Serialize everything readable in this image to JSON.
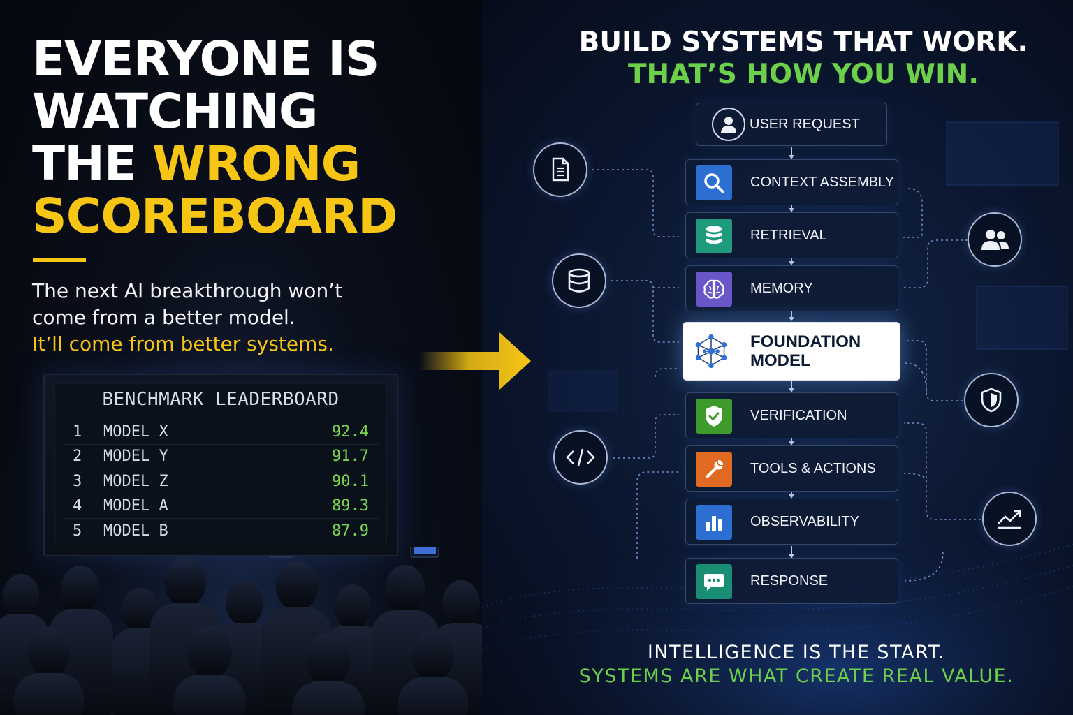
{
  "left": {
    "headline": {
      "line1": "EVERYONE IS",
      "line2": "WATCHING",
      "line3_white": "THE ",
      "line3_yellow": "WRONG",
      "line4": "SCOREBOARD"
    },
    "subtext": {
      "line1": "The next AI breakthrough won’t",
      "line2": "come from a better model.",
      "line3": "It’ll come from better systems."
    },
    "leaderboard": {
      "title": "BENCHMARK LEADERBOARD",
      "rows": [
        {
          "rank": "1",
          "name": "MODEL X",
          "score": "92.4"
        },
        {
          "rank": "2",
          "name": "MODEL Y",
          "score": "91.7"
        },
        {
          "rank": "3",
          "name": "MODEL Z",
          "score": "90.1"
        },
        {
          "rank": "4",
          "name": "MODEL A",
          "score": "89.3"
        },
        {
          "rank": "5",
          "name": "MODEL B",
          "score": "87.9"
        }
      ]
    }
  },
  "right": {
    "title": {
      "line1": "BUILD SYSTEMS THAT WORK.",
      "line2": "THAT’S HOW YOU WIN."
    },
    "steps": [
      {
        "label": "USER REQUEST",
        "icon": "user-icon"
      },
      {
        "label": "CONTEXT ASSEMBLY",
        "icon": "search-icon",
        "color": "#2d6fd0"
      },
      {
        "label": "RETRIEVAL",
        "icon": "database-icon",
        "color": "#1f9a7c"
      },
      {
        "label": "MEMORY",
        "icon": "brain-icon",
        "color": "#6a55c9"
      },
      {
        "label_line1": "FOUNDATION",
        "label_line2": "MODEL",
        "icon": "network-icon"
      },
      {
        "label": "VERIFICATION",
        "icon": "shield-check-icon",
        "color": "#3f9a2c"
      },
      {
        "label": "TOOLS & ACTIONS",
        "icon": "wrench-icon",
        "color": "#e06a21"
      },
      {
        "label": "OBSERVABILITY",
        "icon": "bar-chart-icon",
        "color": "#2d6fd0"
      },
      {
        "label": "RESPONSE",
        "icon": "chat-icon",
        "color": "#1a8e74"
      }
    ],
    "side_icons": [
      "document-icon",
      "database-icon",
      "code-icon",
      "users-icon",
      "shield-icon",
      "trend-chart-icon"
    ],
    "footer": {
      "line1": "INTELLIGENCE IS THE START.",
      "line2": "SYSTEMS ARE WHAT CREATE REAL VALUE."
    }
  },
  "colors": {
    "accent_yellow": "#f7c514",
    "accent_green": "#6cd04a",
    "score_green": "#7bd64f",
    "background_navy": "#0b1730"
  }
}
